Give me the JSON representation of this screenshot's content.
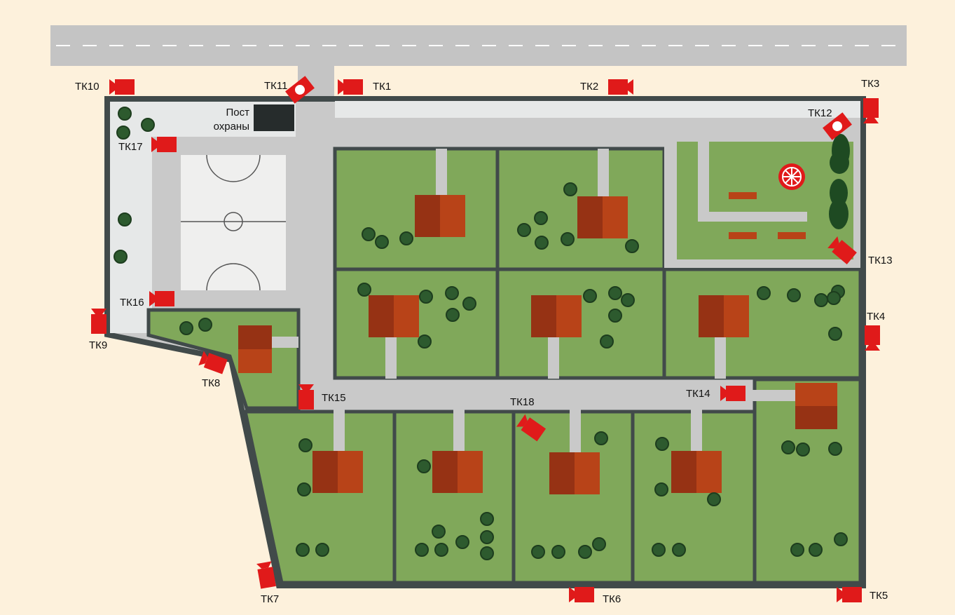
{
  "colors": {
    "background": "#fdf1dc",
    "road": "#c4c4c4",
    "fence": "#414a4a",
    "lawn": "#80a85a",
    "walkway": "#c9c9c9",
    "paving": "#e6e8e8",
    "house_light": "#b84318",
    "house_dark": "#963214",
    "tree": "#2d5a2e",
    "camera": "#e01a1a",
    "court": "#efefee",
    "guard_post": "#262c2c"
  },
  "guard_post": {
    "label_line1": "Пост",
    "label_line2": "охраны"
  },
  "cameras": [
    {
      "id": "TK1",
      "label": "ТК1",
      "icon": "camera-icon"
    },
    {
      "id": "TK2",
      "label": "ТК2",
      "icon": "camera-icon"
    },
    {
      "id": "TK3",
      "label": "ТК3",
      "icon": "camera-icon"
    },
    {
      "id": "TK4",
      "label": "ТК4",
      "icon": "camera-icon"
    },
    {
      "id": "TK5",
      "label": "ТК5",
      "icon": "camera-icon"
    },
    {
      "id": "TK6",
      "label": "ТК6",
      "icon": "camera-icon"
    },
    {
      "id": "TK7",
      "label": "ТК7",
      "icon": "camera-icon"
    },
    {
      "id": "TK8",
      "label": "ТК8",
      "icon": "camera-icon"
    },
    {
      "id": "TK9",
      "label": "ТК9",
      "icon": "camera-icon"
    },
    {
      "id": "TK10",
      "label": "ТК10",
      "icon": "camera-icon"
    },
    {
      "id": "TK11",
      "label": "ТК11",
      "icon": "dome-camera-icon"
    },
    {
      "id": "TK12",
      "label": "ТК12",
      "icon": "dome-camera-icon"
    },
    {
      "id": "TK13",
      "label": "ТК13",
      "icon": "camera-icon"
    },
    {
      "id": "TK14",
      "label": "ТК14",
      "icon": "camera-icon"
    },
    {
      "id": "TK15",
      "label": "ТК15",
      "icon": "camera-icon"
    },
    {
      "id": "TK16",
      "label": "ТК16",
      "icon": "camera-icon"
    },
    {
      "id": "TK17",
      "label": "ТК17",
      "icon": "camera-icon"
    },
    {
      "id": "TK18",
      "label": "ТК18",
      "icon": "camera-icon"
    }
  ]
}
